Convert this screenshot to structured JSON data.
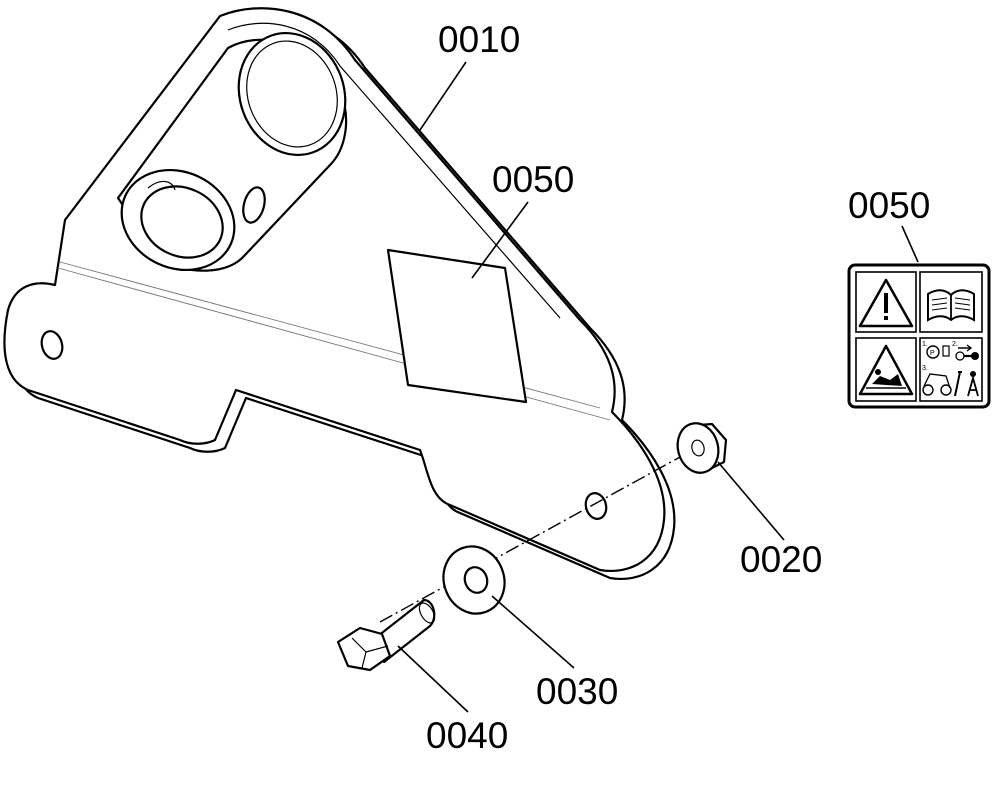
{
  "callouts": {
    "bracket": "0010",
    "decal_on_part": "0050",
    "decal_detail": "0050",
    "nut": "0020",
    "washer": "0030",
    "bolt": "0040"
  },
  "decal": {
    "step_1": "1.",
    "step_2": "2.",
    "step_3": "3.",
    "parking_letter": "P"
  },
  "icons": [
    "warning-triangle-icon",
    "manual-book-icon",
    "crush-hazard-icon",
    "shutdown-steps-icon"
  ]
}
